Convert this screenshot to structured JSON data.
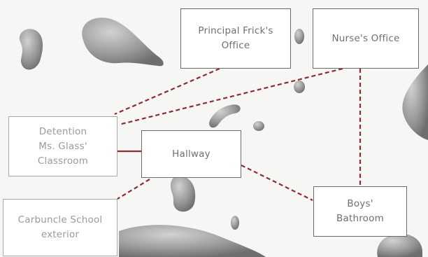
{
  "diagram": {
    "nodes": [
      {
        "id": "principal",
        "label": "Principal Frick's\nOffice"
      },
      {
        "id": "nurse",
        "label": "Nurse's Office"
      },
      {
        "id": "detention",
        "label": "Detention\nMs. Glass'\nClassroom"
      },
      {
        "id": "hallway",
        "label": "Hallway"
      },
      {
        "id": "bathroom",
        "label": "Boys'\nBathroom"
      },
      {
        "id": "exterior",
        "label": "Carbuncle School\nexterior"
      }
    ],
    "edges": [
      {
        "from": "principal",
        "to": "detention",
        "style": "dashed"
      },
      {
        "from": "nurse",
        "to": "detention",
        "style": "dashed"
      },
      {
        "from": "nurse",
        "to": "bathroom",
        "style": "dashed"
      },
      {
        "from": "detention",
        "to": "hallway",
        "style": "solid"
      },
      {
        "from": "hallway",
        "to": "bathroom",
        "style": "dashed"
      },
      {
        "from": "hallway",
        "to": "exterior",
        "style": "dashed"
      }
    ]
  },
  "colors": {
    "link": "#8e2c33",
    "node_border": "#6b6b6b",
    "node_text": "#707070",
    "splat": "#9a9a9a"
  }
}
